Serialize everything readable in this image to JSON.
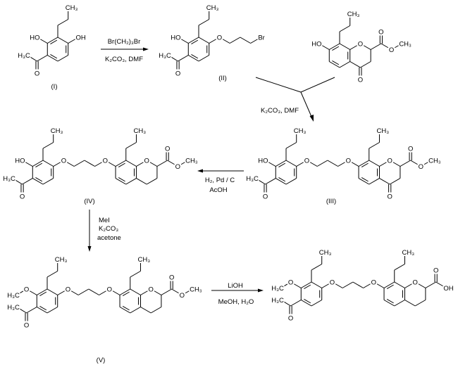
{
  "atom_labels": {
    "ch3": "CH₃",
    "h3c": "H₃C",
    "ho": "HO",
    "oh": "OH",
    "o": "O",
    "br": "Br"
  },
  "compounds": {
    "I": "(I)",
    "II": "(II)",
    "III": "(III)",
    "IV": "(IV)",
    "V": "(V)"
  },
  "reactions": {
    "step1": {
      "above": "Br(CH₂)₃Br",
      "below": "K₂CO₃, DMF"
    },
    "step2": {
      "label": "K₂CO₃, DMF"
    },
    "step3": {
      "above": "H₂, Pd / C",
      "below": "AcOH"
    },
    "step4": {
      "lines": [
        "MeI",
        "K₂CO₃",
        "acetone"
      ]
    },
    "step5": {
      "above": "LiOH",
      "below": "MeOH, H₂O"
    }
  }
}
